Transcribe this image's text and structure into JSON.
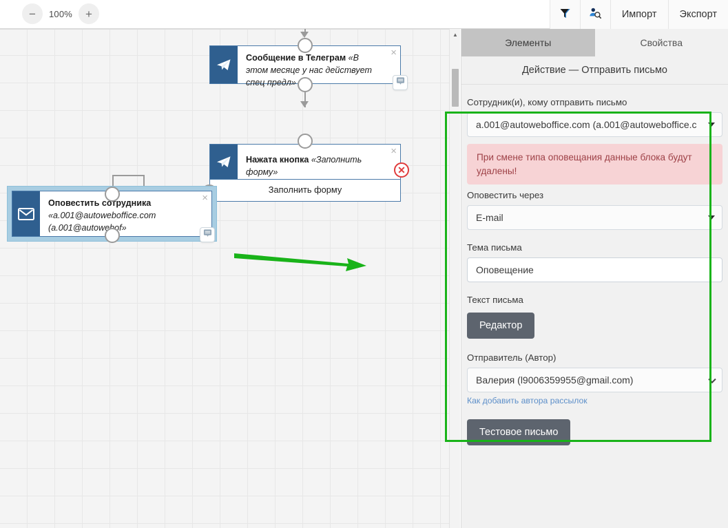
{
  "toolbar": {
    "zoom_out_label": "−",
    "zoom_level": "100%",
    "zoom_in_label": "+",
    "filter_icon": "filter-funnel-icon",
    "user_search_icon": "user-search-icon",
    "import_label": "Импорт",
    "export_label": "Экспорт"
  },
  "canvas": {
    "nodes": [
      {
        "id": "telegram-message",
        "icon": "telegram-plane-icon",
        "title": "Сообщение в Телеграм",
        "subtitle": "«В этом месяце у нас действует спец предл»",
        "close_label": "×",
        "note_icon": "comment-icon"
      },
      {
        "id": "telegram-button-pressed",
        "icon": "telegram-plane-icon",
        "title": "Нажата кнопка",
        "subtitle": "«Заполнить форму»",
        "close_label": "×",
        "button_label": "Заполнить форму",
        "error_icon": "error-circle-icon",
        "error_label": "✕"
      },
      {
        "id": "notify-employee",
        "icon": "envelope-icon",
        "title": "Оповестить сотрудника",
        "subtitle_line1": "«a.001@autoweboffice.com",
        "subtitle_line2": "(a.001@autowebof»",
        "close_label": "×",
        "note_icon": "comment-icon",
        "selected": true
      }
    ],
    "annotation": {
      "type": "green-arrow",
      "color": "#19b319"
    }
  },
  "panel": {
    "tabs": [
      {
        "label": "Элементы",
        "active": true
      },
      {
        "label": "Свойства",
        "active": false
      }
    ],
    "subtitle": "Действие — Отправить письмо",
    "fields": {
      "recipient_label": "Сотрудник(и), кому отправить письмо",
      "recipient_value": "a.001@autoweboffice.com (a.001@autoweboffice.c",
      "alert_text": "При смене типа оповещания данные блока будут удалены!",
      "channel_label": "Оповестить через",
      "channel_value": "E-mail",
      "subject_label": "Тема письма",
      "subject_value": "Оповещение",
      "body_label": "Текст письма",
      "editor_button": "Редактор",
      "sender_label": "Отправитель (Автор)",
      "sender_value": "Валерия (l9006359955@gmail.com)",
      "sender_help_link": "Как добавить автора рассылок",
      "test_button": "Тестовое письмо"
    }
  },
  "colors": {
    "accent_green": "#19b319",
    "node_blue": "#2f5f8f",
    "selection_blue": "#a8cde2",
    "alert_bg": "#f7d3d5",
    "alert_text": "#9e4147",
    "button_dark": "#5d646e"
  }
}
